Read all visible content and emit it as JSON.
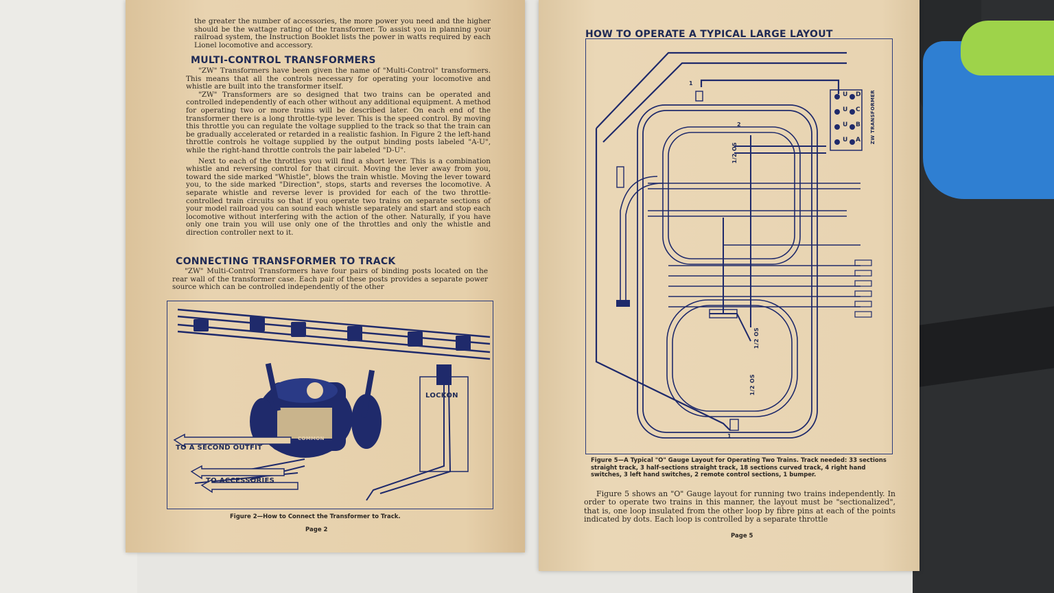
{
  "left_page": {
    "intro_text": "the greater the number of accessories, the more power you need and the higher should be the wattage rating of the transformer. To assist you in planning your railroad system, the Instruction Booklet lists the power in watts required by each Lionel locomotive and accessory.",
    "section1_heading": "MULTI-CONTROL TRANSFORMERS",
    "section1_p1": "\"ZW\" Transformers have been given the name of \"Multi-Control\" transformers. This means that all the controls necessary for operating your locomotive and whistle are built into the transformer itself.",
    "section1_p2": "\"ZW\" Transformers are so designed that two trains can be operated and controlled independently of each other without any additional equipment. A method for operating two or more trains will be described later. On each end of the transformer there is a long throttle-type lever. This is the speed control. By moving this throttle you can regulate the voltage supplied to the track so that the train can be gradually accelerated or retarded in a realistic fashion. In Figure 2 the left-hand throttle controls he voltage supplied by the output binding posts labeled \"A-U\", while the right-hand throttle controls the pair labeled \"D-U\".",
    "section1_p3": "Next to each of the throttles you will find a short lever. This is a combination whistle and reversing control for that circuit. Moving the lever away from you, toward the side marked \"Whistle\", blows the train whistle. Moving the lever toward you, to the side marked \"Direction\", stops, starts and reverses the locomotive. A separate whistle and reverse lever is provided for each of the two throttle-controlled train circuits so that if you operate two trains on separate sections of your model railroad you can sound each whistle separately and start and stop each locomotive without interfering with the action of the other. Naturally, if you have only one train you will use only one of the throttles and only the whistle and direction controller next to it.",
    "section2_heading": "CONNECTING TRANSFORMER TO TRACK",
    "section2_p1": "\"ZW\" Multi-Control Transformers have four pairs of binding posts located on the rear wall of the transformer case. Each pair of these posts provides a separate power source which can be controlled independently of the other",
    "figure_labels": {
      "lockon": "LOCKON",
      "second_outfit": "TO A SECOND OUTFIT",
      "accessories": "TO ACCESSORIES",
      "common": "COMMON"
    },
    "figure_caption": "Figure 2—How to Connect the Transformer to Track.",
    "page_number": "Page 2"
  },
  "right_page": {
    "heading": "HOW TO OPERATE A TYPICAL LARGE LAYOUT",
    "transformer_label": "ZW TRANSFORMER",
    "terminal_letters": [
      "D",
      "C",
      "B",
      "A"
    ],
    "terminal_u": "U",
    "section_labels": [
      "1/2 OS",
      "1/2 OS",
      "1/2 OS"
    ],
    "track_numbers": [
      "1",
      "2",
      "1"
    ],
    "figure_caption": "Figure 5—A Typical \"O\" Gauge Layout for Operating Two Trains. Track needed: 33 sections straight track, 3 half-sections straight track, 18 sections curved track, 4 right hand switches, 3 left hand switches, 2 remote control sections, 1 bumper.",
    "body_text": "Figure 5 shows an \"O\" Gauge layout for running two trains independently. In order to operate two trains in this manner, the layout must be \"sectionalized\", that is, one loop insulated from the other loop by fibre pins at each of the points indicated by dots. Each loop is controlled by a separate throttle",
    "page_number": "Page 5"
  },
  "colors": {
    "ink_blue": "#1f2a6b",
    "paper": "#e6d0ab",
    "text": "#2a2520"
  }
}
